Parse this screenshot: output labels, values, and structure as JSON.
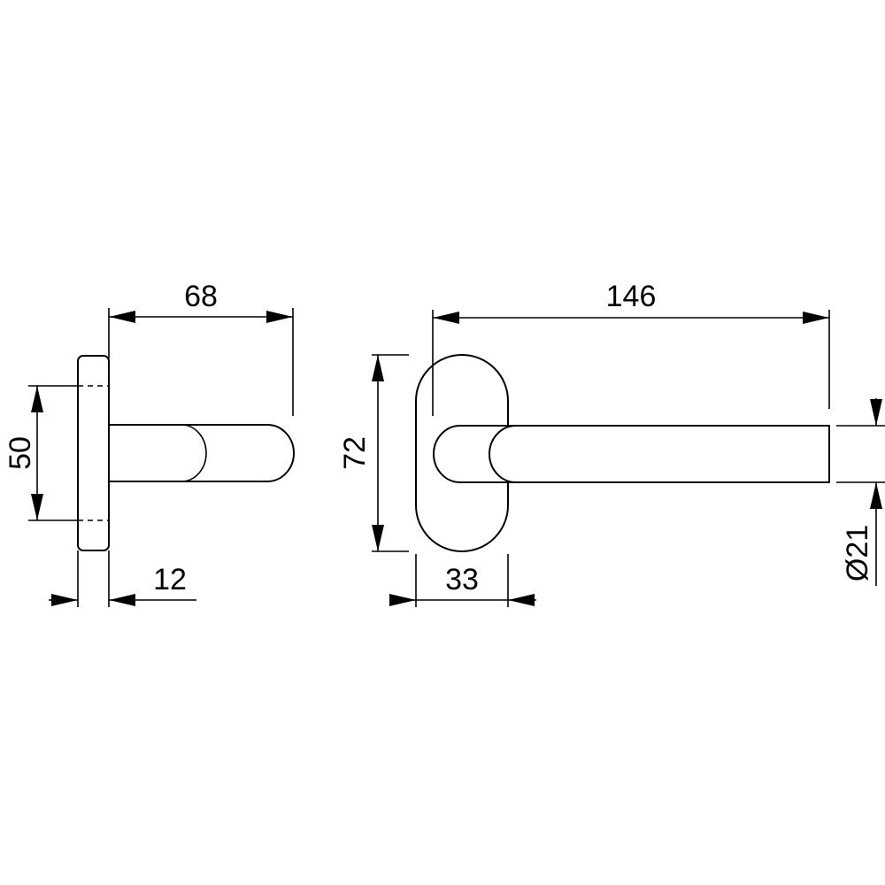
{
  "colors": {
    "background": "#ffffff",
    "ink": "#000000"
  },
  "dimensions": {
    "side_view": {
      "projection": "68",
      "rose_height": "50",
      "rose_depth": "12"
    },
    "front_view": {
      "lever_length": "146",
      "rose_height": "72",
      "rose_width": "33",
      "lever_diameter": "Ø21"
    }
  }
}
